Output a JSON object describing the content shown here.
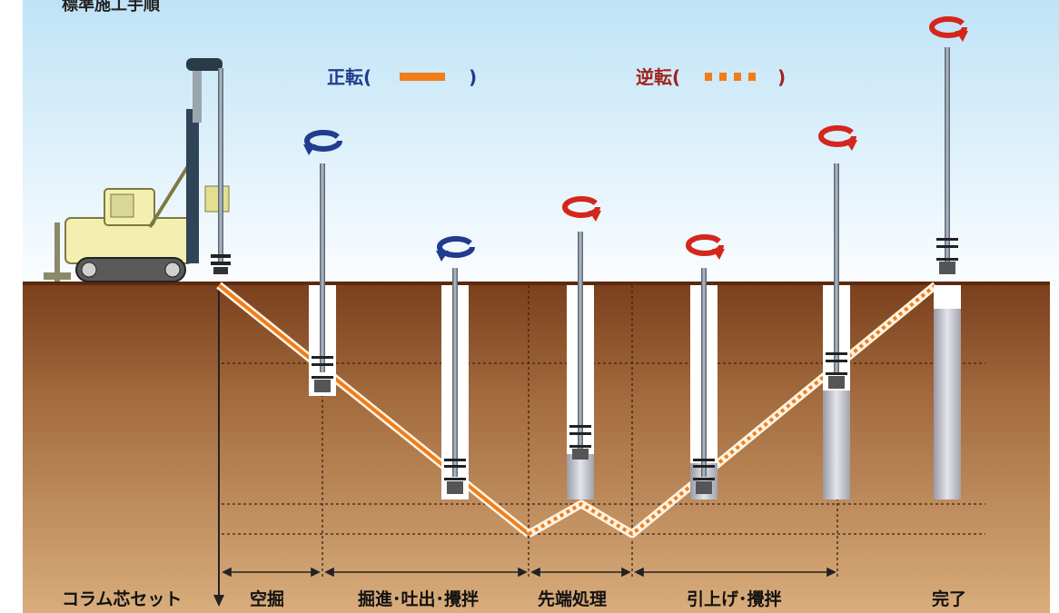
{
  "title": "標準施工手順",
  "legend": {
    "forward": {
      "label": "正転(",
      "close": ")",
      "color": "#f07d1a"
    },
    "reverse": {
      "label": "逆転(",
      "close": ")",
      "color": "#f07d1a"
    }
  },
  "phases": [
    {
      "label": "コラム芯セット"
    },
    {
      "label": "空掘"
    },
    {
      "label": "掘進･吐出･攪拌"
    },
    {
      "label": "先端処理"
    },
    {
      "label": "引上げ･攪拌"
    },
    {
      "label": "完了"
    }
  ],
  "rotation_icons": [
    {
      "rotation": "forward",
      "icon": "forward-rotation-icon"
    },
    {
      "rotation": "forward",
      "icon": "forward-rotation-icon"
    },
    {
      "rotation": "reverse",
      "icon": "reverse-rotation-icon"
    },
    {
      "rotation": "reverse",
      "icon": "reverse-rotation-icon"
    },
    {
      "rotation": "reverse",
      "icon": "reverse-rotation-icon"
    },
    {
      "rotation": "reverse",
      "icon": "reverse-rotation-icon"
    }
  ],
  "colors": {
    "sky_top": "#bfe3f6",
    "sky_bottom": "#fbfdff",
    "soil_top": "#7a3f1c",
    "soil_mid": "#b07d4f",
    "soil_bottom": "#d8ac7a",
    "forward_arrow": "#1f3c8f",
    "reverse_arrow": "#d4261c",
    "machine": "#f2efb0",
    "column": "#c7c7d0",
    "path": "#f07d1a"
  }
}
